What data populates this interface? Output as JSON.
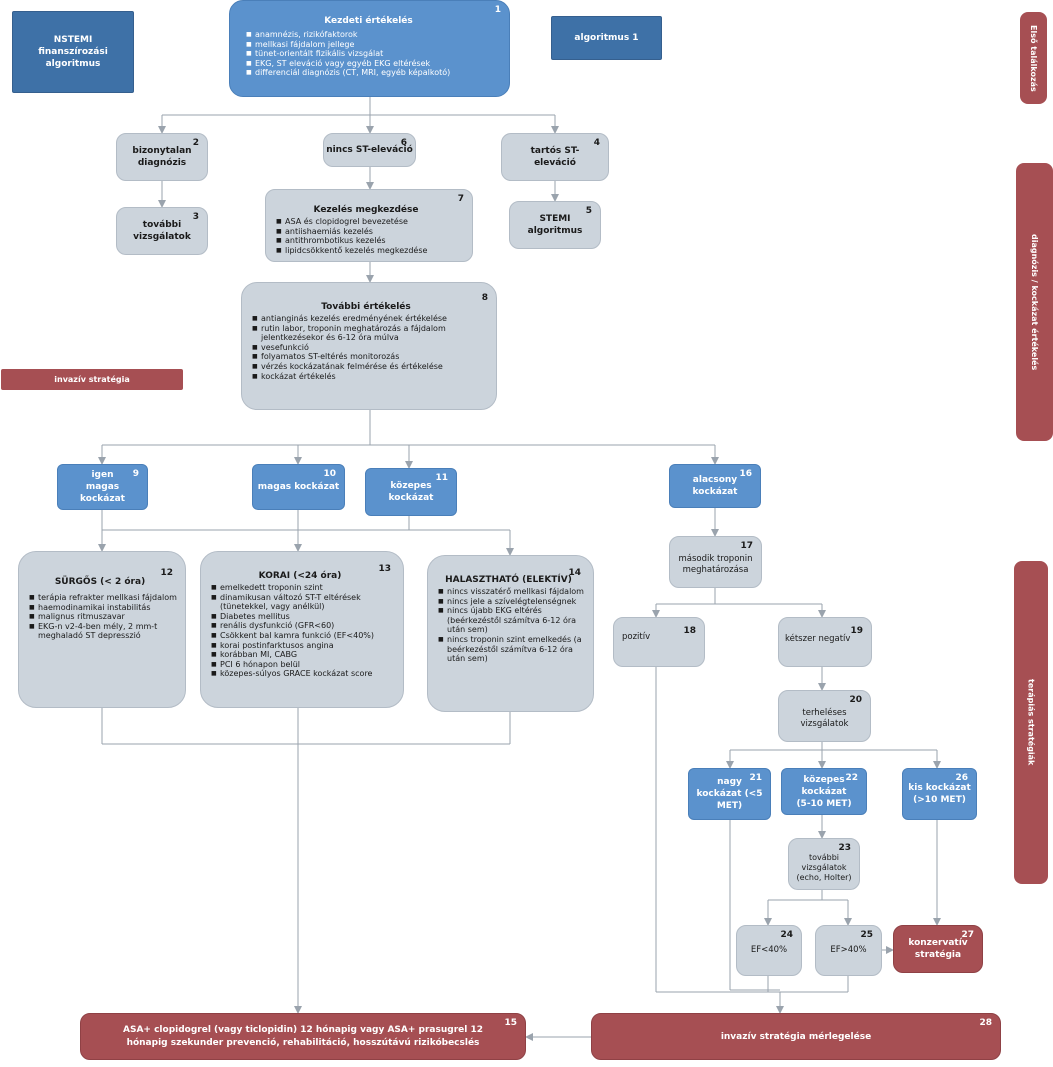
{
  "header": {
    "nstemi_title": "NSTEMI finanszírozási algoritmus",
    "algorithm_title": "algoritmus 1"
  },
  "sidebars": {
    "first_findings": "Első találkozás",
    "diagnosis_risk": "diagnózis / kockázat értékelés",
    "therapy_strategies": "terápiás stratégiák"
  },
  "invasive_label": "invazív stratégia",
  "nodes": {
    "n1": {
      "num": "1",
      "title": "Kezdeti értékelés",
      "items": [
        "anamnézis, rizikófaktorok",
        "mellkasi fájdalom jellege",
        "tünet-orientált fizikális vizsgálat",
        "EKG, ST eleváció vagy egyéb EKG eltérések",
        "differenciál diagnózis (CT, MRI, egyéb képalkotó)"
      ]
    },
    "n2": {
      "num": "2",
      "text": "bizonytalan diagnózis"
    },
    "n3": {
      "num": "3",
      "text": "további vizsgálatok"
    },
    "n4": {
      "num": "4",
      "text": "tartós ST-eleváció"
    },
    "n5": {
      "num": "5",
      "text": "STEMI algoritmus"
    },
    "n6": {
      "num": "6",
      "text": "nincs ST-eleváció"
    },
    "n7": {
      "num": "7",
      "title": "Kezelés megkezdése",
      "items": [
        "ASA és clopidogrel bevezetése",
        "antiishaemiás kezelés",
        "antithrombotikus kezelés",
        "lipidcsökkentő kezelés megkezdése"
      ]
    },
    "n8": {
      "num": "8",
      "title": "További értékelés",
      "items": [
        "antianginás kezelés eredményének értékelése",
        "rutin labor, troponin meghatározás a fájdalom jelentkezésekor és 6-12 óra múlva",
        "vesefunkció",
        "folyamatos ST-eltérés monitorozás",
        "vérzés kockázatának felmérése és értékelése",
        "kockázat értékelés"
      ]
    },
    "n9": {
      "num": "9",
      "text": "igen magas kockázat"
    },
    "n10": {
      "num": "10",
      "text": "magas kockázat"
    },
    "n11": {
      "num": "11",
      "text": "közepes kockázat"
    },
    "n16": {
      "num": "16",
      "text": "alacsony kockázat"
    },
    "n12": {
      "num": "12",
      "title": "SÜRGŐS (< 2 óra)",
      "items": [
        "terápia refrakter mellkasi fájdalom",
        "haemodinamikai instabilitás",
        "malignus ritmuszavar",
        "EKG-n v2-4-ben mély, 2 mm-t meghaladó ST depresszió"
      ]
    },
    "n13": {
      "num": "13",
      "title": "KORAI (<24 óra)",
      "items": [
        "emelkedett troponin szint",
        "dinamikusan változó ST-T eltérések (tünetekkel, vagy anélkül)",
        "Diabetes mellitus",
        "renális dysfunkció (GFR<60)",
        "Csökkent bal kamra funkció (EF<40%)",
        "korai postinfarktusos angina",
        "korábban MI, CABG",
        "PCI 6 hónapon belül",
        "közepes-súlyos GRACE kockázat score"
      ]
    },
    "n14": {
      "num": "14",
      "title": "HALASZTHATÓ (ELEKTÍV)",
      "items": [
        "nincs visszatérő mellkasi fájdalom",
        "nincs jele a szívelégtelenségnek",
        "nincs újabb EKG eltérés (beérkezéstől számítva 6-12 óra után sem)",
        "nincs troponin szint emelkedés (a beérkezéstől számítva 6-12 óra után sem)"
      ]
    },
    "n17": {
      "num": "17",
      "text": "második troponin meghatározása"
    },
    "n18": {
      "num": "18",
      "text": "pozitív"
    },
    "n19": {
      "num": "19",
      "text": "kétszer negatív"
    },
    "n20": {
      "num": "20",
      "text": "terheléses vizsgálatok"
    },
    "n21": {
      "num": "21",
      "text": "nagy kockázat (<5 MET)"
    },
    "n22": {
      "num": "22",
      "text": "közepes kockázat (5-10 MET)"
    },
    "n26": {
      "num": "26",
      "text": "kis kockázat (>10 MET)"
    },
    "n23": {
      "num": "23",
      "text": "további vizsgálatok (echo, Holter)"
    },
    "n24": {
      "num": "24",
      "text": "EF<40%"
    },
    "n25": {
      "num": "25",
      "text": "EF>40%"
    },
    "n27": {
      "num": "27",
      "text": "konzervatív stratégia"
    },
    "n15": {
      "num": "15",
      "text": "ASA+ clopidogrel (vagy ticlopidin) 12 hónapig vagy ASA+ prasugrel 12 hónapig szekunder prevenció, rehabilitáció, hosszútávú rizikóbecslés"
    },
    "n28": {
      "num": "28",
      "text": "invazív stratégia mérlegelése"
    }
  }
}
